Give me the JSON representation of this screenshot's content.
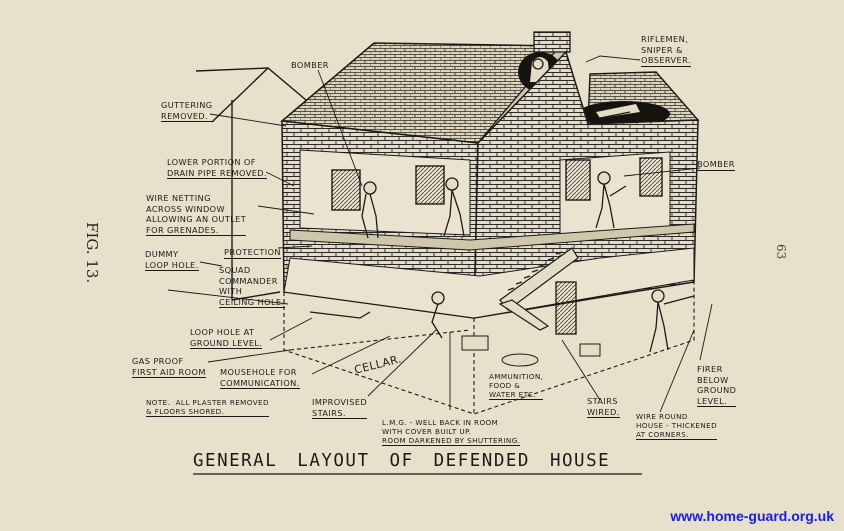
{
  "title": "GENERAL LAYOUT OF DEFENDED HOUSE",
  "figure_label": "FIG. 13.",
  "page_number": "63",
  "watermark": "www.home-guard.org.uk",
  "labels": {
    "bomber_top": "BOMBER",
    "guttering": "GUTTERING\nREMOVED.",
    "riflemen": "RIFLEMEN,\nSNIPER &\nOBSERVER.",
    "drain_pipe": "LOWER PORTION OF\nDRAIN PIPE REMOVED.",
    "wire_netting": "WIRE NETTING\nACROSS WINDOW\nALLOWING AN OUTLET\nFOR GRENADES.",
    "dummy_loop": "DUMMY\nLOOP HOLE.",
    "protection": "PROTECTION",
    "squad_commander": "SQUAD\nCOMMANDER\nWITH\nCEILING HOLE.",
    "bomber_right": "BOMBER",
    "loophole_ground": "LOOP HOLE AT\nGROUND LEVEL.",
    "gas_proof": "GAS PROOF\nFIRST AID ROOM",
    "mousehole": "MOUSEHOLE FOR\nCOMMUNICATION.",
    "cellar": "CELLAR.",
    "ammunition": "AMMUNITION,\nFOOD &\nWATER ETC.",
    "stairs_wired": "STAIRS\nWIRED.",
    "firer_below": "FIRER\nBELOW\nGROUND\nLEVEL.",
    "note": "NOTE.  ALL PLASTER REMOVED\n& FLOORS SHORED.",
    "improvised_stairs": "IMPROVISED\nSTAIRS.",
    "lmg": "L.M.G. - WELL BACK IN ROOM\nWITH COVER BUILT UP.\nROOM DARKENED BY SHUTTERING.",
    "wire_round": "WIRE ROUND\nHOUSE - THICKENED\nAT CORNERS."
  },
  "colors": {
    "paper": "#e7e1cb",
    "ink": "#1b1a17",
    "watermark": "#1a1aff"
  }
}
